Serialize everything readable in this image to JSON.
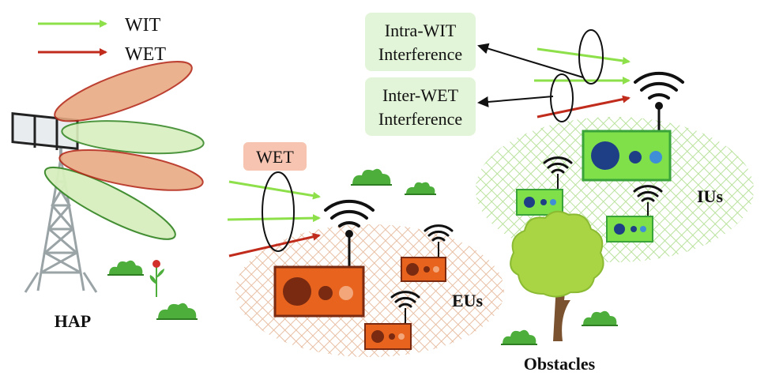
{
  "legend": {
    "wit": {
      "label": "WIT",
      "color": "#8ee04a"
    },
    "wet": {
      "label": "WET",
      "color": "#c02b1c"
    }
  },
  "labels": {
    "hap": "HAP",
    "wet_tag": "WET",
    "eus": "EUs",
    "ius": "IUs",
    "obstacles": "Obstacles",
    "intra_line1": "Intra-WIT",
    "intra_line2": "Interference",
    "inter_line1": "Inter-WET",
    "inter_line2": "Interference"
  },
  "colors": {
    "wit_beam_fill": "#d8efbe",
    "wet_beam_fill": "#e8a880",
    "wet_tag_bg": "#f6c4b0",
    "interference_box_bg": "#e3f5d8",
    "eu_device": "#e8641e",
    "eu_device_dark": "#7a2a10",
    "iu_device": "#7fe04a",
    "iu_device_dark": "#1e3f86",
    "eu_zone": "#f2d2bc",
    "iu_zone": "#c8e9b0",
    "tree_foliage": "#a9d443",
    "tree_trunk": "#7a5230",
    "bush": "#4dae3c",
    "tower": "#9aa3a6"
  }
}
